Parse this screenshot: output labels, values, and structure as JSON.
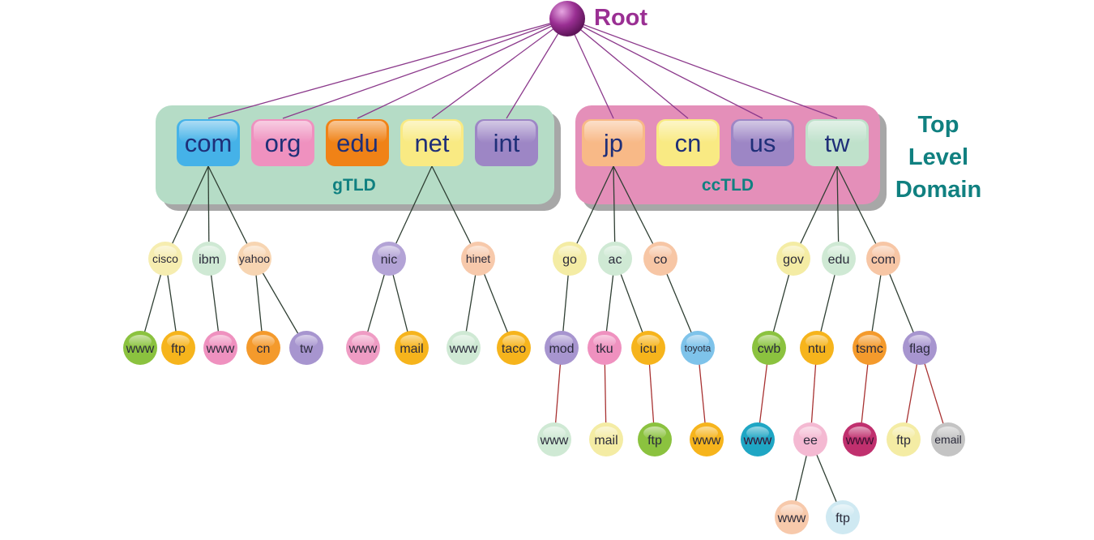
{
  "colors": {
    "root": "#9a2f93",
    "root_line": "#8c3a8c",
    "gtld_panel": "#b5dcc6",
    "cctld_panel": "#e48fb9",
    "panel_shadow": "#a0a0a0",
    "label_teal": "#108080",
    "tld_text": "#1f2f78",
    "leaf_line": "#2f3f33",
    "leaf_red_line": "#a83232",
    "node_text": "#2b2b3b"
  },
  "root": {
    "label": "Root"
  },
  "side_label": {
    "lines": [
      "Top",
      "Level",
      "Domain"
    ]
  },
  "groups": [
    {
      "id": "gtld",
      "label": "gTLD",
      "color": "#b5dcc6"
    },
    {
      "id": "cctld",
      "label": "ccTLD",
      "color": "#e48fb9"
    }
  ],
  "tlds": [
    {
      "id": "com",
      "label": "com",
      "color": "#45b2e8"
    },
    {
      "id": "org",
      "label": "org",
      "color": "#ef91bf"
    },
    {
      "id": "edu",
      "label": "edu",
      "color": "#f08216"
    },
    {
      "id": "net",
      "label": "net",
      "color": "#f9ea83"
    },
    {
      "id": "int",
      "label": "int",
      "color": "#9d86c5"
    },
    {
      "id": "jp",
      "label": "jp",
      "color": "#f8b987"
    },
    {
      "id": "cn",
      "label": "cn",
      "color": "#f9ea83"
    },
    {
      "id": "us",
      "label": "us",
      "color": "#9d86c5"
    },
    {
      "id": "tw",
      "label": "tw",
      "color": "#bfe1cb"
    }
  ],
  "nodes": [
    {
      "id": "cisco",
      "label": "cisco",
      "parent": "com",
      "color": "#f6edb0",
      "depth": 2
    },
    {
      "id": "ibm",
      "label": "ibm",
      "parent": "com",
      "color": "#cfe9d4",
      "depth": 2
    },
    {
      "id": "yahoo",
      "label": "yahoo",
      "parent": "com",
      "color": "#f7d5b2",
      "depth": 2
    },
    {
      "id": "nic",
      "label": "nic",
      "parent": "net",
      "color": "#b3a3d6",
      "depth": 2
    },
    {
      "id": "hinet",
      "label": "hinet",
      "parent": "net",
      "color": "#f7c9ab",
      "depth": 2
    },
    {
      "id": "go",
      "label": "go",
      "parent": "jp",
      "color": "#f4eca4",
      "depth": 2
    },
    {
      "id": "ac",
      "label": "ac",
      "parent": "jp",
      "color": "#cfe9d4",
      "depth": 2
    },
    {
      "id": "co",
      "label": "co",
      "parent": "jp",
      "color": "#f7c6a5",
      "depth": 2
    },
    {
      "id": "gov",
      "label": "gov",
      "parent": "tw",
      "color": "#f4eca4",
      "depth": 2
    },
    {
      "id": "twedu",
      "label": "edu",
      "parent": "tw",
      "color": "#cfe9d4",
      "depth": 2
    },
    {
      "id": "twcom",
      "label": "com",
      "parent": "tw",
      "color": "#f7c6a5",
      "depth": 2
    },
    {
      "id": "w1",
      "label": "www",
      "parent": "cisco",
      "color": "#8bc23f",
      "depth": 3
    },
    {
      "id": "f1",
      "label": "ftp",
      "parent": "cisco",
      "color": "#f6b41c",
      "depth": 3
    },
    {
      "id": "w2",
      "label": "www",
      "parent": "ibm",
      "color": "#ef91bf",
      "depth": 3
    },
    {
      "id": "cnY",
      "label": "cn",
      "parent": "yahoo",
      "color": "#f49a2c",
      "depth": 3
    },
    {
      "id": "twY",
      "label": "tw",
      "parent": "yahoo",
      "color": "#a795cf",
      "depth": 3
    },
    {
      "id": "w3",
      "label": "www",
      "parent": "nic",
      "color": "#ef9cc4",
      "depth": 3
    },
    {
      "id": "mail1",
      "label": "mail",
      "parent": "nic",
      "color": "#f6b41c",
      "depth": 3
    },
    {
      "id": "w4",
      "label": "www",
      "parent": "hinet",
      "color": "#cfe9d4",
      "depth": 3
    },
    {
      "id": "taco",
      "label": "taco",
      "parent": "hinet",
      "color": "#f6b41c",
      "depth": 3
    },
    {
      "id": "mod",
      "label": "mod",
      "parent": "go",
      "color": "#a795cf",
      "depth": 3
    },
    {
      "id": "tku",
      "label": "tku",
      "parent": "ac",
      "color": "#ef91bf",
      "depth": 3
    },
    {
      "id": "icu",
      "label": "icu",
      "parent": "ac",
      "color": "#f6b41c",
      "depth": 3
    },
    {
      "id": "toyota",
      "label": "toyota",
      "parent": "co",
      "color": "#7ec3ea",
      "depth": 3
    },
    {
      "id": "cwb",
      "label": "cwb",
      "parent": "gov",
      "color": "#8bc23f",
      "depth": 3
    },
    {
      "id": "ntu",
      "label": "ntu",
      "parent": "twedu",
      "color": "#f6b41c",
      "depth": 3
    },
    {
      "id": "tsmc",
      "label": "tsmc",
      "parent": "twcom",
      "color": "#f49a2c",
      "depth": 3
    },
    {
      "id": "flag",
      "label": "flag",
      "parent": "twcom",
      "color": "#a795cf",
      "depth": 3
    },
    {
      "id": "w5",
      "label": "www",
      "parent": "mod",
      "color": "#cfe9d4",
      "depth": 4
    },
    {
      "id": "mail2",
      "label": "mail",
      "parent": "tku",
      "color": "#f4eca4",
      "depth": 4
    },
    {
      "id": "f2",
      "label": "ftp",
      "parent": "icu",
      "color": "#8bc23f",
      "depth": 4
    },
    {
      "id": "w6",
      "label": "www",
      "parent": "toyota",
      "color": "#f6b41c",
      "depth": 4
    },
    {
      "id": "w7",
      "label": "www",
      "parent": "cwb",
      "color": "#1fa6c4",
      "depth": 4
    },
    {
      "id": "ee",
      "label": "ee",
      "parent": "ntu",
      "color": "#f4b9d2",
      "depth": 4
    },
    {
      "id": "w8",
      "label": "www",
      "parent": "tsmc",
      "color": "#c0306e",
      "depth": 4
    },
    {
      "id": "f3",
      "label": "ftp",
      "parent": "flag",
      "color": "#f4eca4",
      "depth": 4
    },
    {
      "id": "email",
      "label": "email",
      "parent": "flag",
      "color": "#c4c4c4",
      "depth": 4
    },
    {
      "id": "w9",
      "label": "www",
      "parent": "ee",
      "color": "#f7c9ab",
      "depth": 5
    },
    {
      "id": "f4",
      "label": "ftp",
      "parent": "ee",
      "color": "#cfe9f2",
      "depth": 5
    }
  ]
}
